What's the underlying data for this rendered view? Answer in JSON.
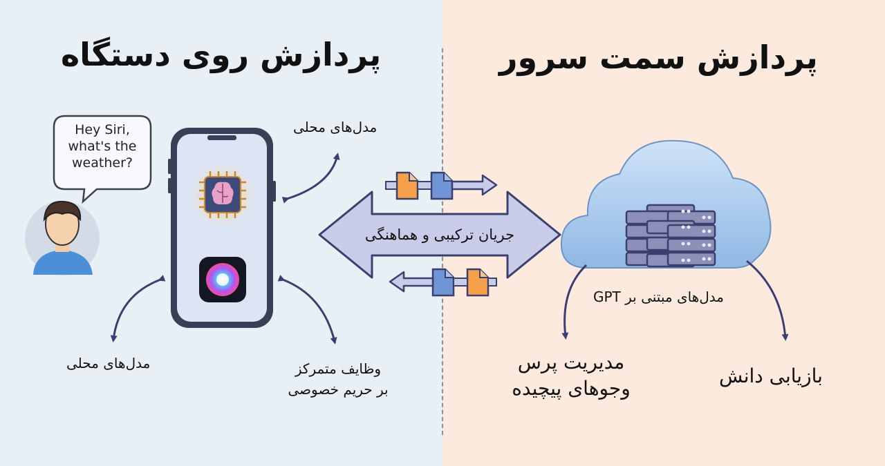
{
  "left": {
    "title": "پردازش روی دستگاه",
    "bubble_text": "Hey Siri,\nwhat's the\nweather?",
    "label_local_models_top": "مدل‌های محلی",
    "label_local_models_bottom": "مدل‌های محلی",
    "label_privacy_line1": "وظایف متمرکز",
    "label_privacy_line2": "بر حریم خصوصی",
    "icons": [
      "user-avatar-icon",
      "phone-icon",
      "ai-chip-brain-icon",
      "siri-icon"
    ]
  },
  "center": {
    "flow_label": "جریان ترکیبی و هماهنگی",
    "icons": [
      "document-orange-icon",
      "document-blue-icon",
      "double-arrow-icon"
    ]
  },
  "right": {
    "title": "پردازش سمت سرور",
    "label_gpt_models": "مدل‌های مبتنی بر GPT",
    "label_complex_queries_line1": "مدیریت پرس",
    "label_complex_queries_line2": "وجوهای پیچیده",
    "label_knowledge_retrieval": "بازیابی دانش",
    "icons": [
      "cloud-icon",
      "server-rack-icon"
    ]
  },
  "colors": {
    "left_bg": "#e8f0f6",
    "right_bg": "#fbeadd",
    "arrow_fill": "#c9cce8",
    "arrow_stroke": "#3b3f6e",
    "doc_orange": "#f5a04a",
    "doc_blue": "#6f95d6",
    "cloud": "#9ec4ea",
    "server": "#8d8fb8"
  }
}
